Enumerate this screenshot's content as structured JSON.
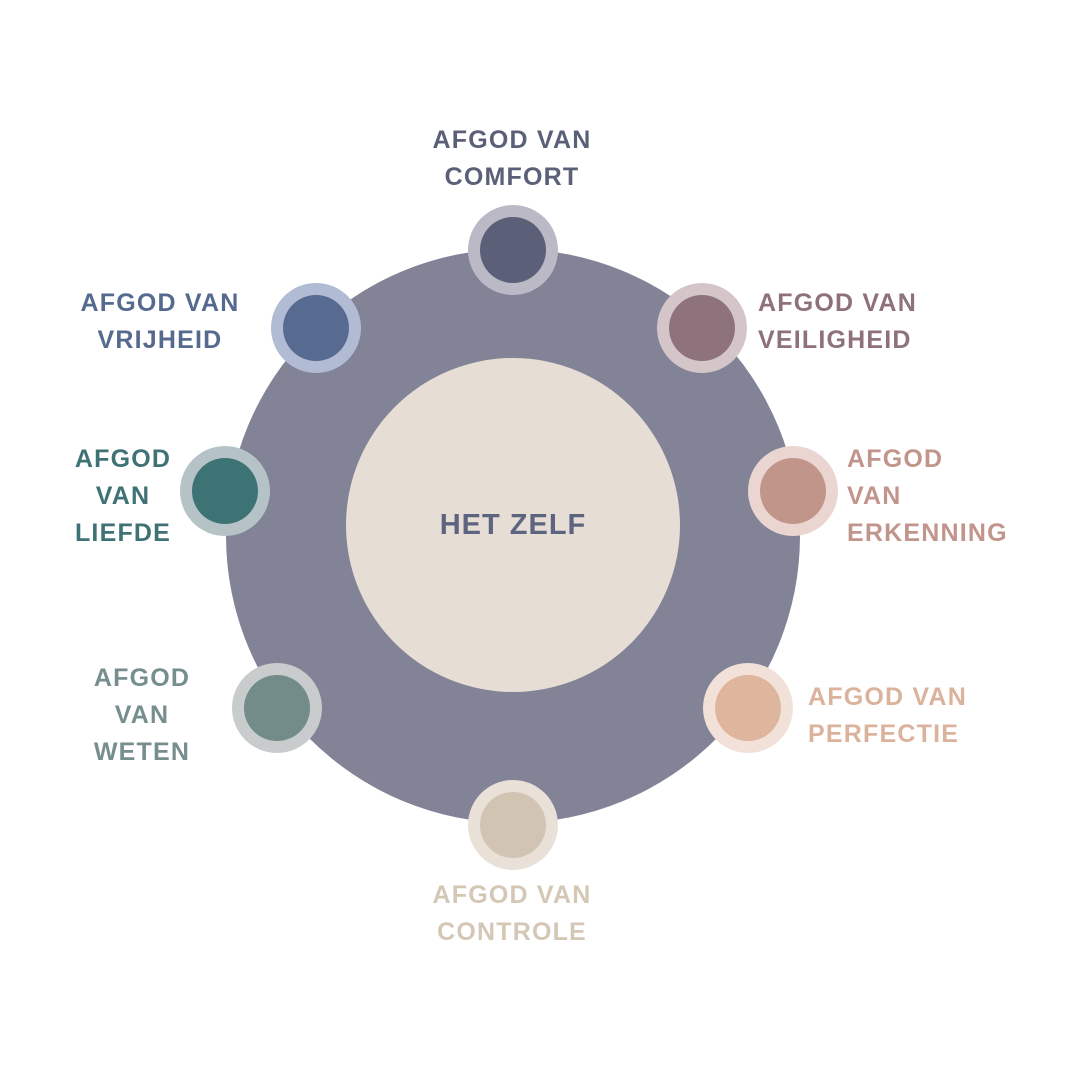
{
  "diagram": {
    "center": {
      "label": "HET ZELF",
      "color": "#5d6480",
      "fill": "#e6ddd5"
    },
    "ring_color": "#838397",
    "nodes": [
      {
        "id": "comfort",
        "lines": [
          "AFGOD VAN",
          "COMFORT"
        ],
        "text_color": "#5b6079",
        "dot_color": "#5b6078",
        "halo_color": "#bcb9c7"
      },
      {
        "id": "veiligheid",
        "lines": [
          "AFGOD VAN",
          "VEILIGHEID"
        ],
        "text_color": "#8e717c",
        "dot_color": "#8e737d",
        "halo_color": "#d4c5c9"
      },
      {
        "id": "erkenning",
        "lines": [
          "AFGOD",
          "VAN",
          "ERKENNING"
        ],
        "text_color": "#c1958c",
        "dot_color": "#c2958b",
        "halo_color": "#ead5d1"
      },
      {
        "id": "perfectie",
        "lines": [
          "AFGOD VAN",
          "PERFECTIE"
        ],
        "text_color": "#dbb39c",
        "dot_color": "#deb69d",
        "halo_color": "#f1e1d8"
      },
      {
        "id": "controle",
        "lines": [
          "AFGOD VAN",
          "CONTROLE"
        ],
        "text_color": "#d5c7b6",
        "dot_color": "#d2c4b2",
        "halo_color": "#e9e1d8"
      },
      {
        "id": "weten",
        "lines": [
          "AFGOD",
          "VAN",
          "WETEN"
        ],
        "text_color": "#768e8d",
        "dot_color": "#738b89",
        "halo_color": "#c9cccd"
      },
      {
        "id": "liefde",
        "lines": [
          "AFGOD",
          "VAN",
          "LIEFDE"
        ],
        "text_color": "#3f7274",
        "dot_color": "#3e7375",
        "halo_color": "#b5c3c7"
      },
      {
        "id": "vrijheid",
        "lines": [
          "AFGOD VAN",
          "VRIJHEID"
        ],
        "text_color": "#566a8f",
        "dot_color": "#576a90",
        "halo_color": "#b2bbd4"
      }
    ]
  }
}
